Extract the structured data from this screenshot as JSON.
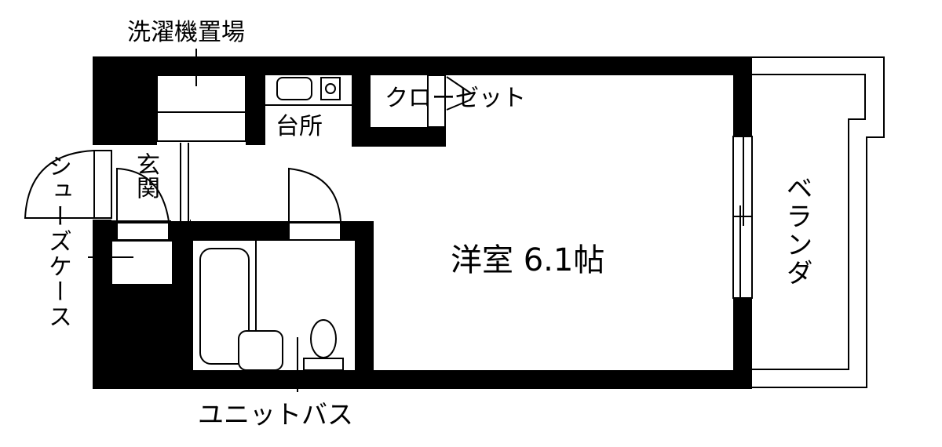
{
  "floorplan": {
    "rooms": {
      "main_room": {
        "name": "洋室",
        "size": "6.1帖",
        "label": "洋室 6.1帖"
      },
      "kitchen": {
        "label": "台所"
      },
      "closet": {
        "label": "クローゼット"
      },
      "entrance": {
        "label": "玄関"
      },
      "unit_bath": {
        "label": "ユニットバス"
      },
      "balcony": {
        "label": "ベランダ"
      },
      "washer_space": {
        "label": "洗濯機置場"
      },
      "shoe_case": {
        "label": "シューズケース"
      }
    },
    "colors": {
      "wall": "#000000",
      "background": "#ffffff",
      "line": "#000000"
    }
  }
}
